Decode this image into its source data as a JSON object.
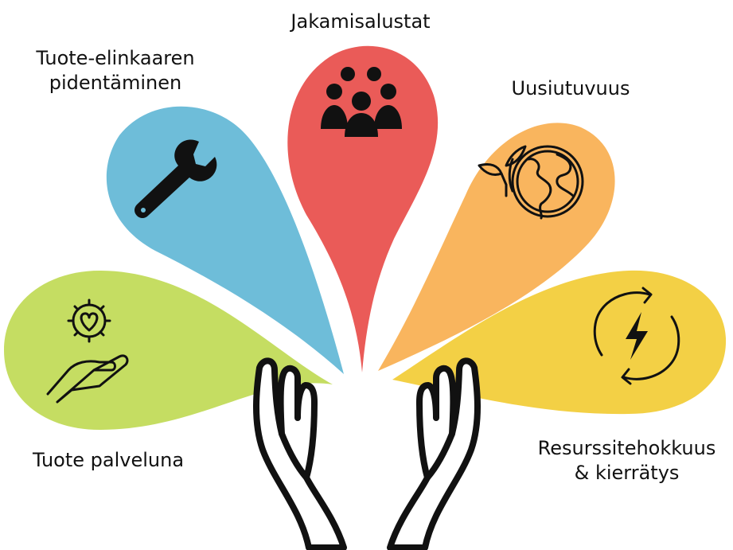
{
  "petals": [
    {
      "id": "tuote-palveluna",
      "label_lines": [
        "Tuote palveluna"
      ],
      "color": "#C5DD62",
      "icon": "hand-heart-gear-icon"
    },
    {
      "id": "tuote-elinkaari",
      "label_lines": [
        "Tuote-elinkaaren",
        "pidentäminen"
      ],
      "color": "#6EBDD9",
      "icon": "wrench-icon"
    },
    {
      "id": "jakamisalustat",
      "label_lines": [
        "Jakamisalustat"
      ],
      "color": "#EA5B58",
      "icon": "people-group-icon"
    },
    {
      "id": "uusiutuvuus",
      "label_lines": [
        "Uusiutuvuus"
      ],
      "color": "#F9B55E",
      "icon": "globe-sprout-icon"
    },
    {
      "id": "resurssitehokkuus",
      "label_lines": [
        "Resurssitehokkuus",
        "& kierrätys"
      ],
      "color": "#F3D045",
      "icon": "energy-cycle-icon"
    }
  ],
  "center_icon": "open-hands-icon"
}
